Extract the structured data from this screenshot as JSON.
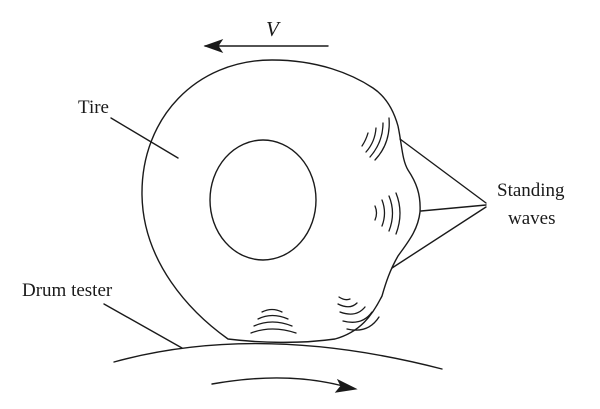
{
  "labels": {
    "velocity": "V",
    "tire": "Tire",
    "standing_line1": "Standing",
    "standing_line2": "waves",
    "drum_tester": "Drum tester"
  },
  "colors": {
    "ink": "#1a1a1a",
    "background": "#ffffff"
  }
}
